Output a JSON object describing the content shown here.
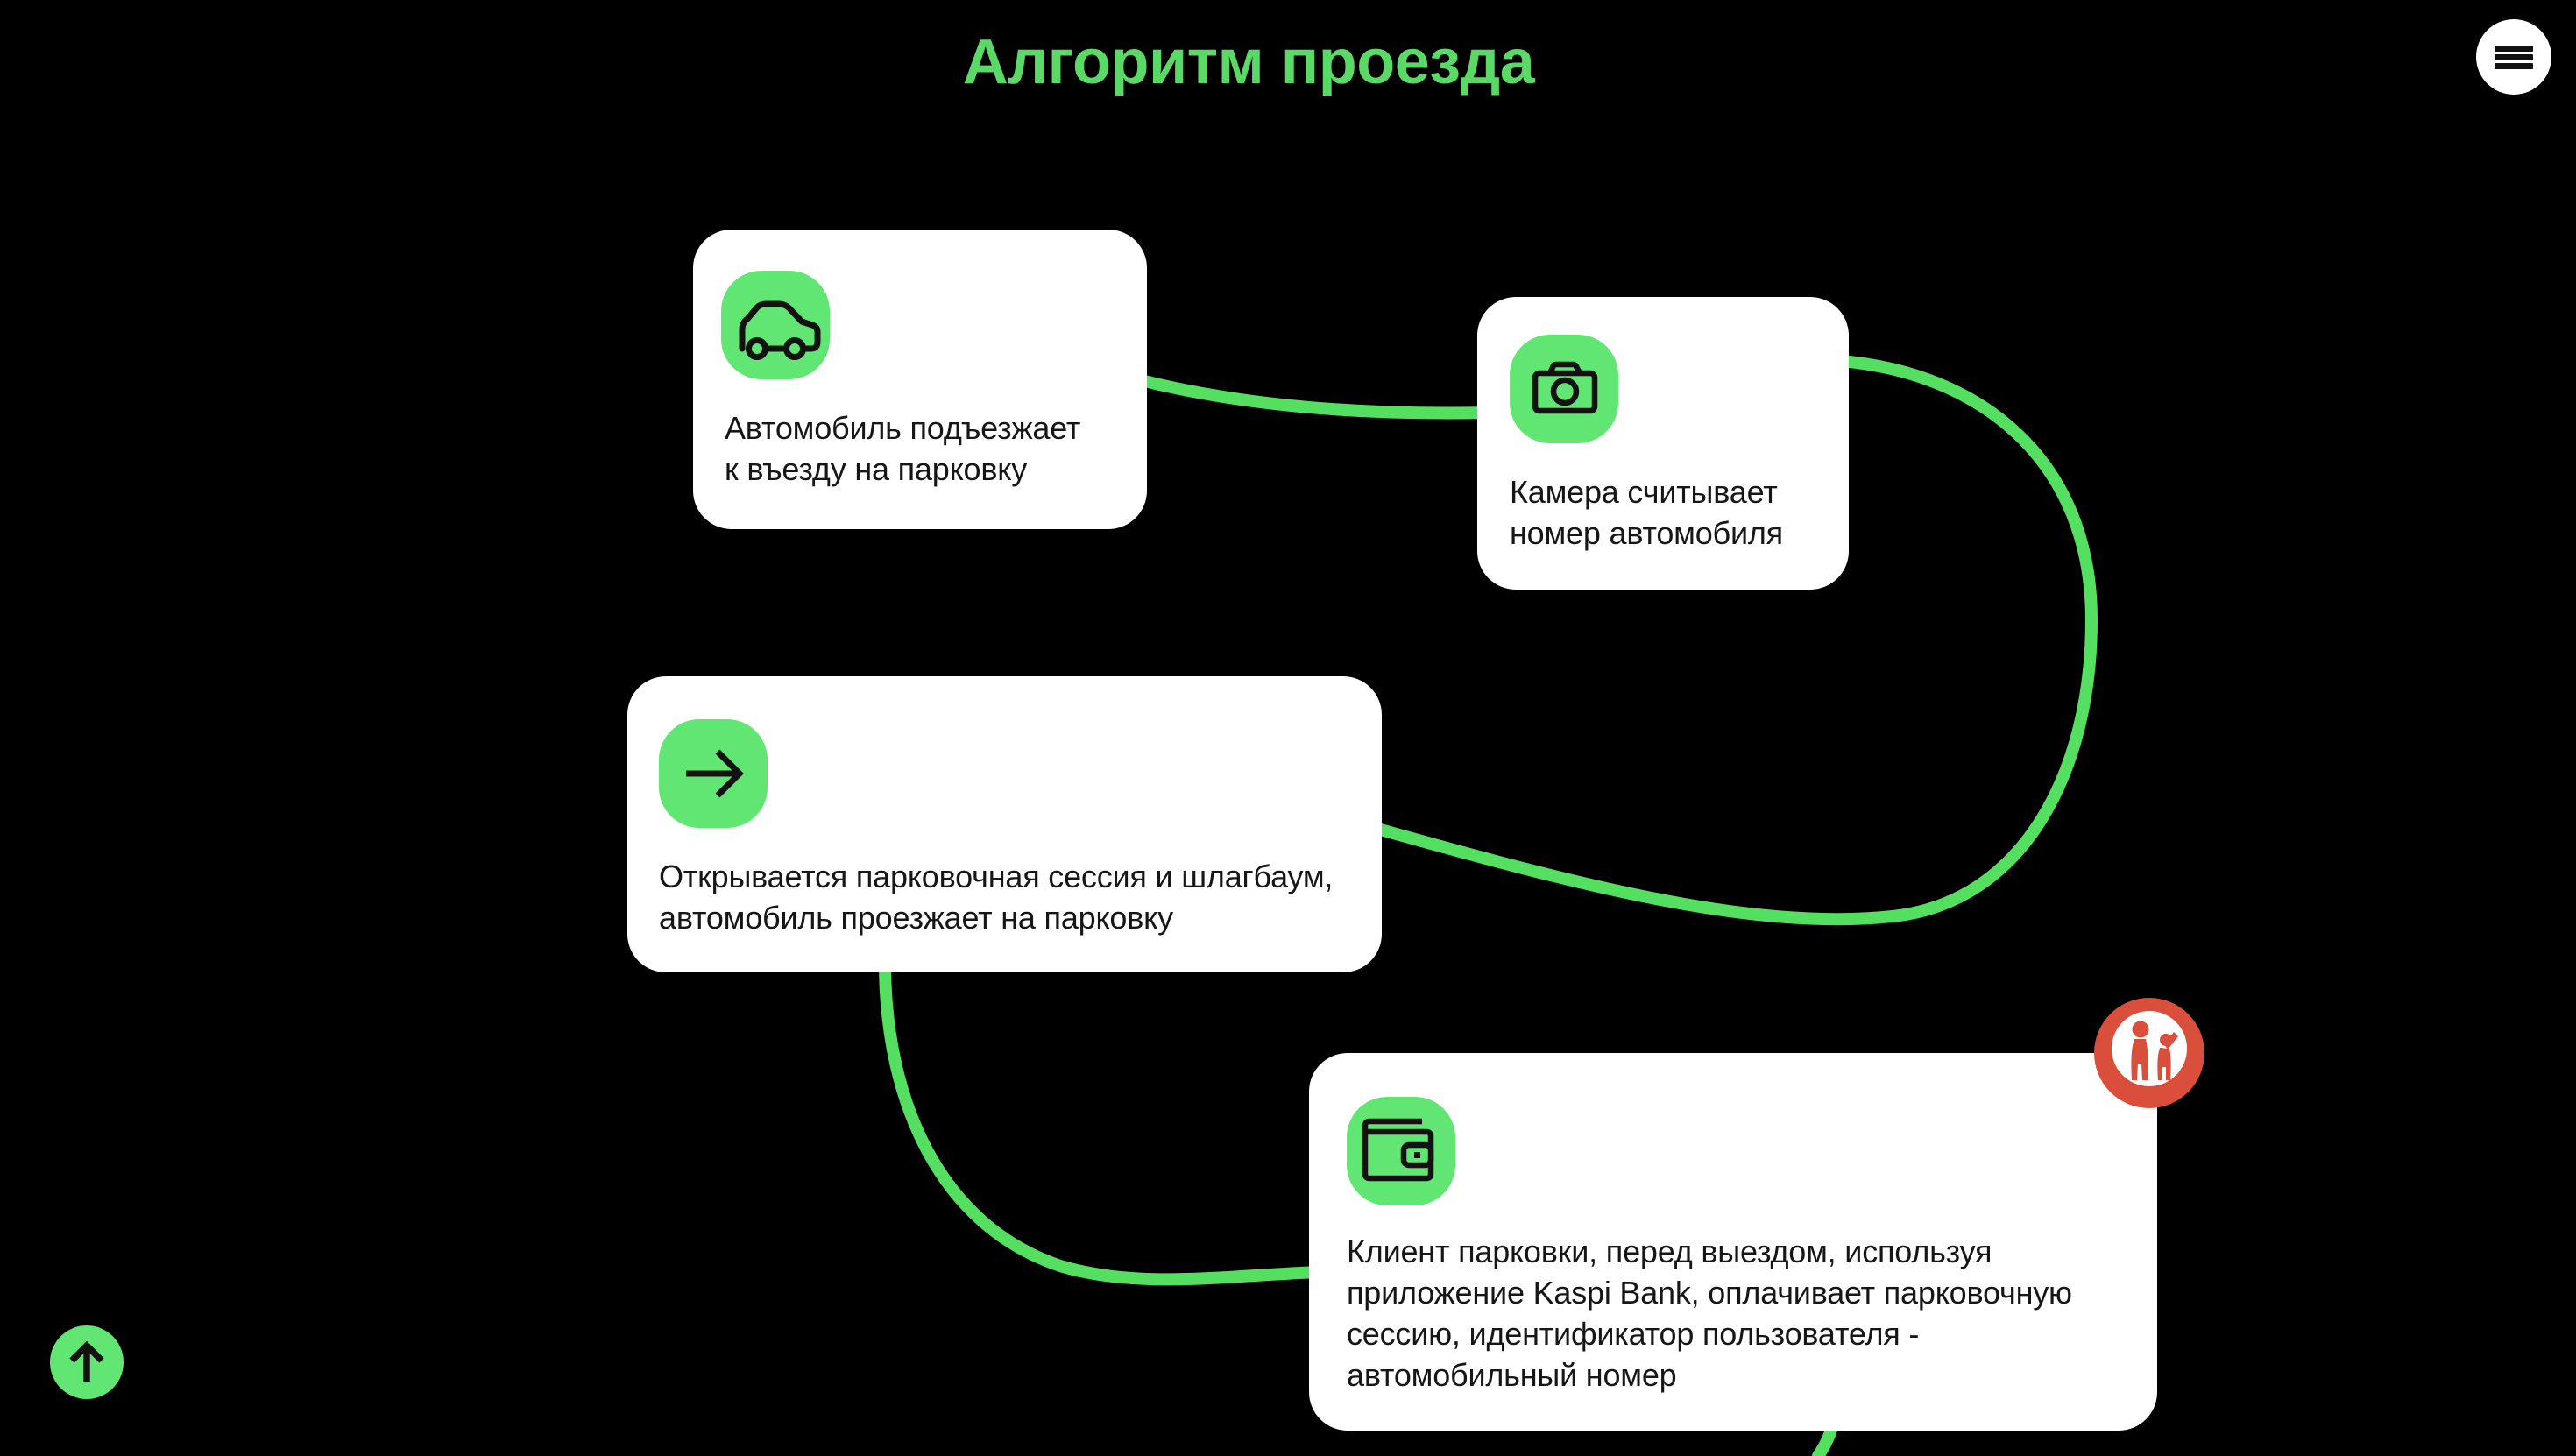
{
  "title": "Алгоритм проезда",
  "header": {
    "menu_icon": "hamburger-icon"
  },
  "steps": [
    {
      "icon": "car-icon",
      "text": "Автомобиль подъезжает\nк въезду на парковку"
    },
    {
      "icon": "camera-icon",
      "text": "Камера считывает\nномер автомобиля"
    },
    {
      "icon": "arrow-right-icon",
      "text": "Открывается парковочная сессия и шлагбаум,\nавтомобиль проезжает на парковку"
    },
    {
      "icon": "wallet-icon",
      "text": "Клиент парковки, перед выездом, используя\nприложение Kaspi Bank, оплачивает парковочную\nсессию, идентификатор пользователя -\nавтомобильный номер"
    }
  ],
  "floating": {
    "scroll_to_top_icon": "arrow-up-icon",
    "brand_logo": "family-silhouette-logo"
  },
  "colors": {
    "background": "#000000",
    "card": "#ffffff",
    "tile_green": "#62e673",
    "line_green": "#55df61",
    "title_green": "#5bd967",
    "text_dark": "#161616",
    "logo_red": "#da4f3c",
    "icon_black": "#121212",
    "menu_white": "#ffffff"
  }
}
